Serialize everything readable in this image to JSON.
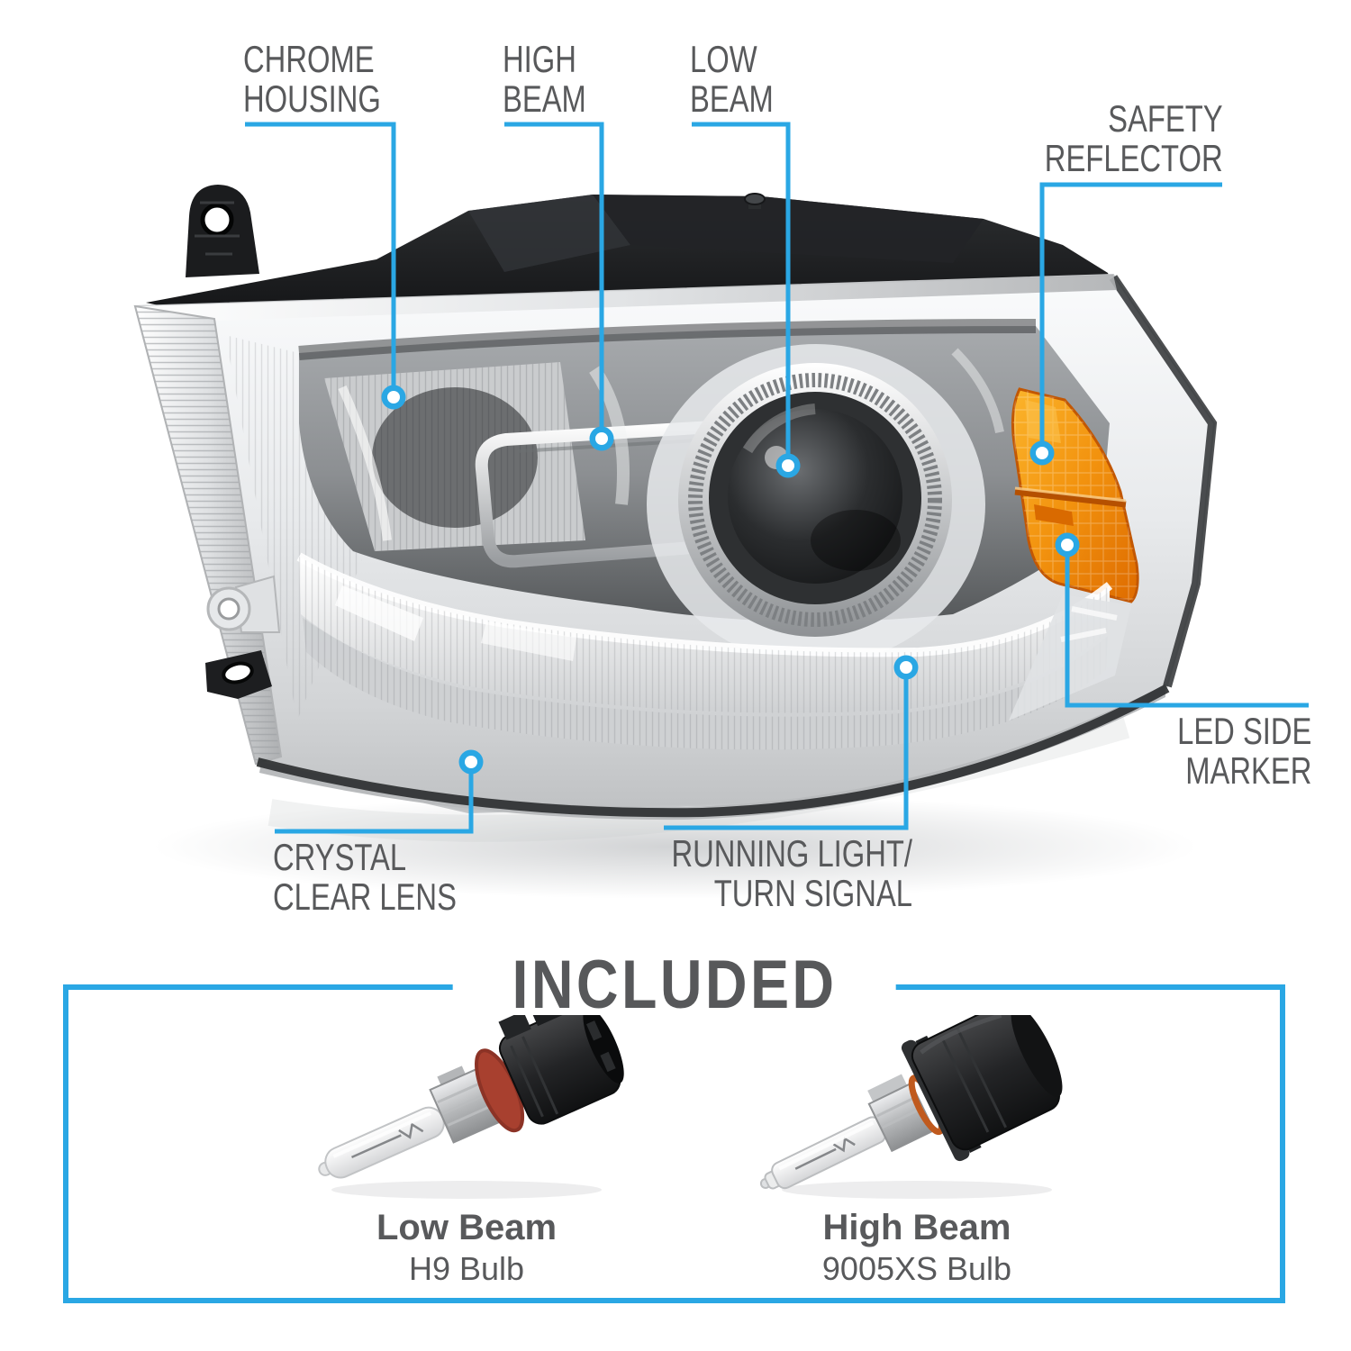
{
  "colors": {
    "accent_blue": "#2AA7E4",
    "label_gray": "#58595B",
    "amber_reflector": "#EE8A0C"
  },
  "callouts": [
    {
      "id": "chrome-housing",
      "label": "CHROME\nHOUSING"
    },
    {
      "id": "high-beam",
      "label": "HIGH\nBEAM"
    },
    {
      "id": "low-beam",
      "label": "LOW\nBEAM"
    },
    {
      "id": "safety-reflector",
      "label": "SAFETY\nREFLECTOR"
    },
    {
      "id": "led-side-marker",
      "label": "LED SIDE\nMARKER"
    },
    {
      "id": "crystal-clear-lens",
      "label": "CRYSTAL\nCLEAR LENS"
    },
    {
      "id": "running-light",
      "label": "RUNNING LIGHT/\nTURN SIGNAL"
    }
  ],
  "included": {
    "title": "INCLUDED",
    "items": [
      {
        "name": "Low Beam",
        "bulb": "H9 Bulb"
      },
      {
        "name": "High Beam",
        "bulb": "9005XS Bulb"
      }
    ]
  }
}
